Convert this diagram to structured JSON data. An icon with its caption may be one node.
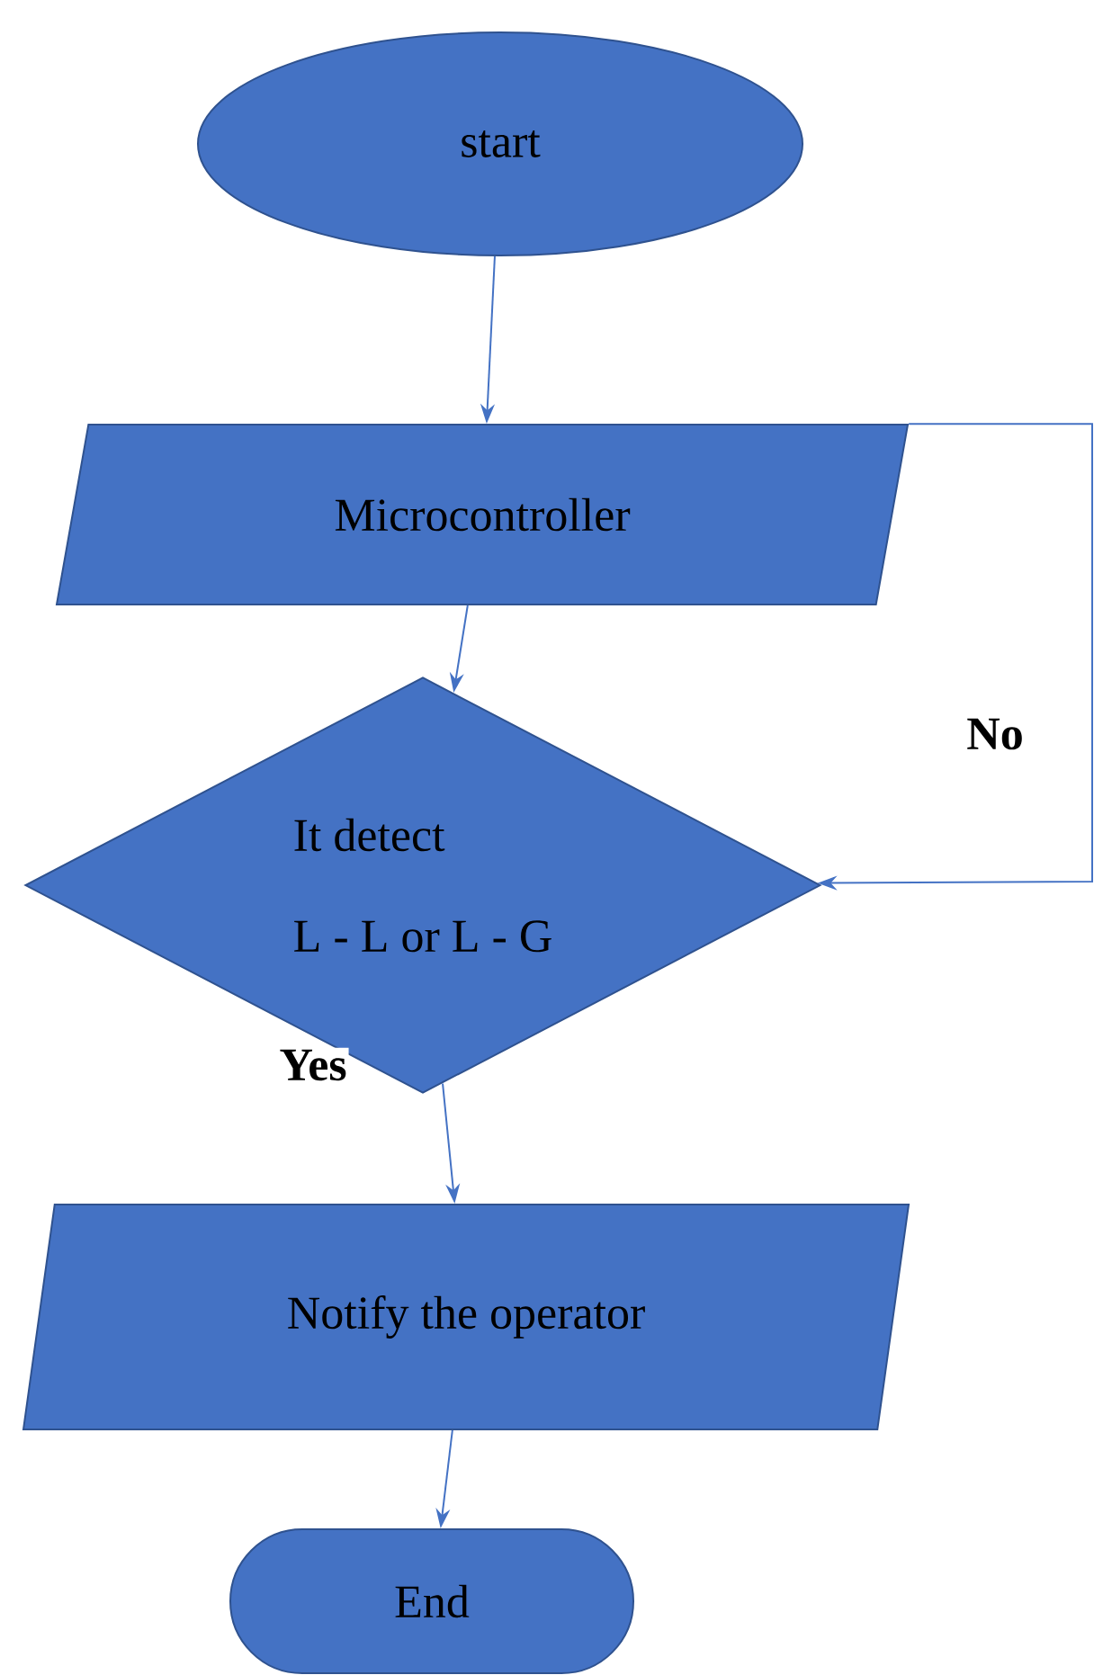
{
  "diagram": {
    "nodes": [
      {
        "text": [
          "start"
        ]
      },
      {
        "text": [
          "Microcontroller"
        ]
      },
      {
        "text": [
          "It detect",
          "L - L or L - G"
        ]
      },
      {
        "text": [
          "Notify the operator"
        ]
      },
      {
        "text": [
          "End"
        ]
      }
    ],
    "edges": [
      {
        "from": 0,
        "to": 1,
        "arrow": "to"
      },
      {
        "from": 1,
        "to": 2,
        "arrow": "to"
      },
      {
        "from": 1,
        "to": 2,
        "arrow": "to",
        "label": "No"
      },
      {
        "from": 2,
        "to": 3,
        "arrow": "to",
        "label": "Yes"
      },
      {
        "from": 3,
        "to": 4,
        "arrow": "to"
      }
    ]
  }
}
